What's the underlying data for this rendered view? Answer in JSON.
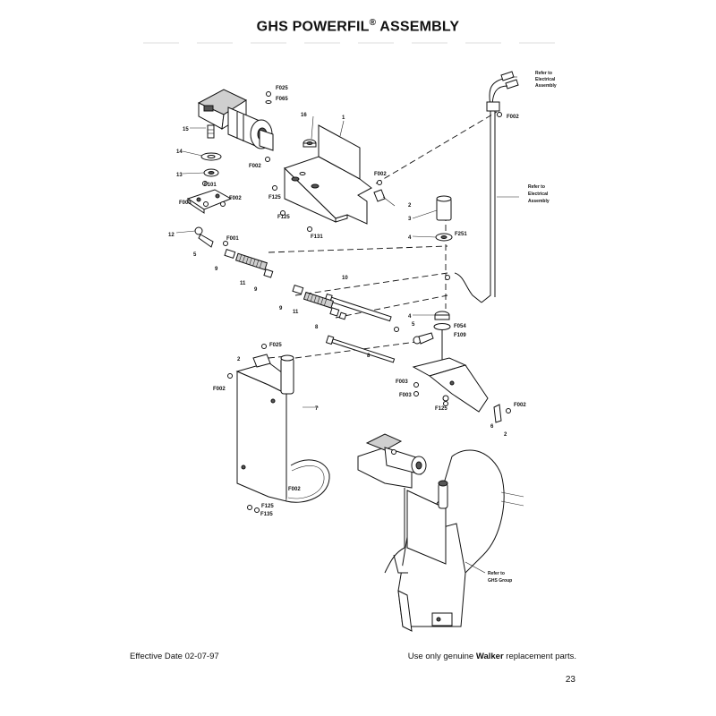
{
  "header": {
    "title_main": "GHS POWERFIL",
    "title_reg": "®",
    "title_tail": " ASSEMBLY"
  },
  "callouts": {
    "c1": "1",
    "c2a": "2",
    "c2b": "2",
    "c2c": "2",
    "c3": "3",
    "c4a": "4",
    "c4b": "4",
    "c5a": "5",
    "c5b": "5",
    "c6": "6",
    "c7": "7",
    "c8a": "8",
    "c8b": "8",
    "c9a": "9",
    "c9b": "9",
    "c9c": "9",
    "c10": "10",
    "c11a": "11",
    "c11b": "11",
    "c12": "12",
    "c13": "13",
    "c14": "14",
    "c15": "15",
    "c16": "16",
    "f025a": "F025",
    "f025b": "F025",
    "f065": "F065",
    "f002a": "F002",
    "f002b": "F002",
    "f002c": "F002",
    "f002d": "F002",
    "f002e": "F002",
    "f002f": "F002",
    "f002g": "F002",
    "f101": "F101",
    "f003a": "F003",
    "f003b": "F003",
    "f003c": "F003",
    "f125a": "F125",
    "f125b": "F125",
    "f125c": "F125",
    "f125d": "F125",
    "f131": "F131",
    "f251": "F251",
    "f054": "F054",
    "f109": "F109",
    "f001": "F001",
    "f135": "F135"
  },
  "refs": {
    "electrical_top": [
      "Refer to",
      "Electrical",
      "Assembly"
    ],
    "electrical_mid": [
      "Refer to",
      "Electrical",
      "Assembly"
    ],
    "ghs_group": [
      "Refer to",
      "GHS Group"
    ]
  },
  "footer": {
    "effective_date": "Effective Date 02-07-97",
    "replacement_pre": "Use only genuine ",
    "replacement_brand": "Walker",
    "replacement_post": " replacement parts.",
    "page_number": "23"
  }
}
